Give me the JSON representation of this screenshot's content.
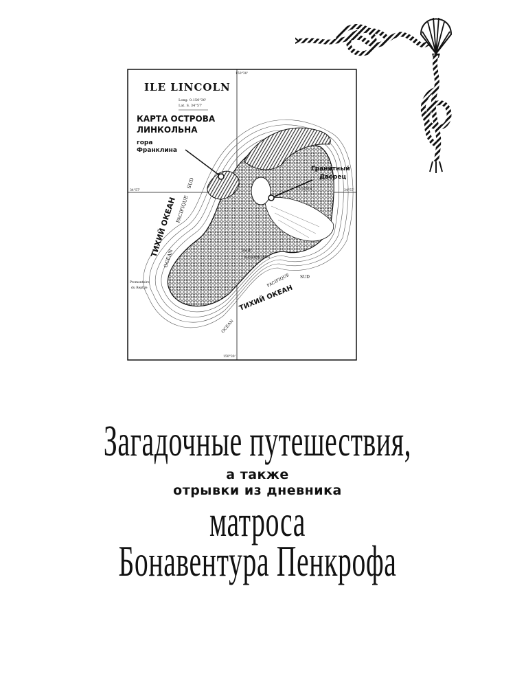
{
  "map": {
    "header": "ILE LINCOLN",
    "long": "Long. 0.150°30'",
    "lat": "Lat. S. 34°57'",
    "title_ru_1": "КАРТА ОСТРОВА",
    "title_ru_2": "ЛИНКОЛЬНА",
    "mount_1": "гора",
    "mount_2": "Франклина",
    "palace_1": "Гранитный",
    "palace_2": "Дворец",
    "lake_label": "L'UNION",
    "ocean_ru_left": "ТИХИЙ ОКЕАН",
    "ocean_ru_right": "ТИХИЙ ОКЕАН",
    "ocean_fr_left_1": "OCEAN",
    "ocean_fr_left_2": "PACIFIQUE",
    "ocean_fr_left_3": "SUD",
    "ocean_fr_right_1": "OCEAN",
    "ocean_fr_right_2": "PACIFIQUE",
    "ocean_fr_right_3": "SUD",
    "bay_1": "BAIE",
    "bay_2": "WASHINGTON",
    "promontory_1": "Promontoire",
    "promontory_2": "du Reptile",
    "lat_left": "34°57'",
    "lat_right": "34°57'",
    "lon_top": "150°30'",
    "lon_bottom": "150°30'"
  },
  "title": {
    "line1": "Загадочные путешествия,",
    "line2": "а также",
    "line3": "отрывки из дневника",
    "line4": "матроса",
    "line5": "Бонавентура Пенкрофа"
  },
  "ornament": {
    "icon": "rope-knot-shell-ornament"
  }
}
